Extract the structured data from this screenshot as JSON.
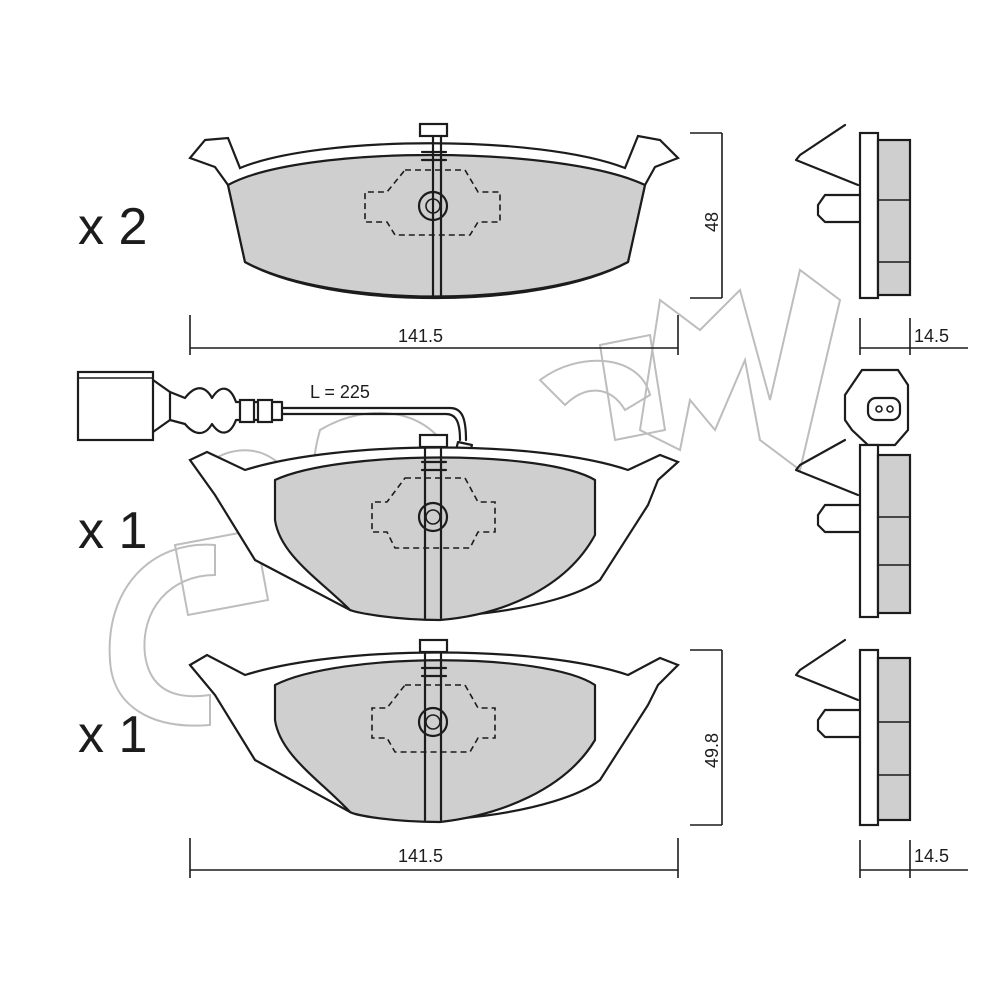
{
  "brand": {
    "watermark": "cifam"
  },
  "quantities": {
    "top": "x 2",
    "middle": "x 1",
    "bottom": "x 1"
  },
  "dimensions": {
    "top_width": "141.5",
    "top_height": "48",
    "top_thickness": "14.5",
    "bottom_width": "141.5",
    "bottom_height": "49.8",
    "bottom_thickness": "14.5"
  },
  "sensor": {
    "cable_length": "L = 225"
  },
  "colors": {
    "friction_material": "#cfcfcf",
    "line": "#1c1c1c",
    "watermark": "#bdbdbd"
  }
}
